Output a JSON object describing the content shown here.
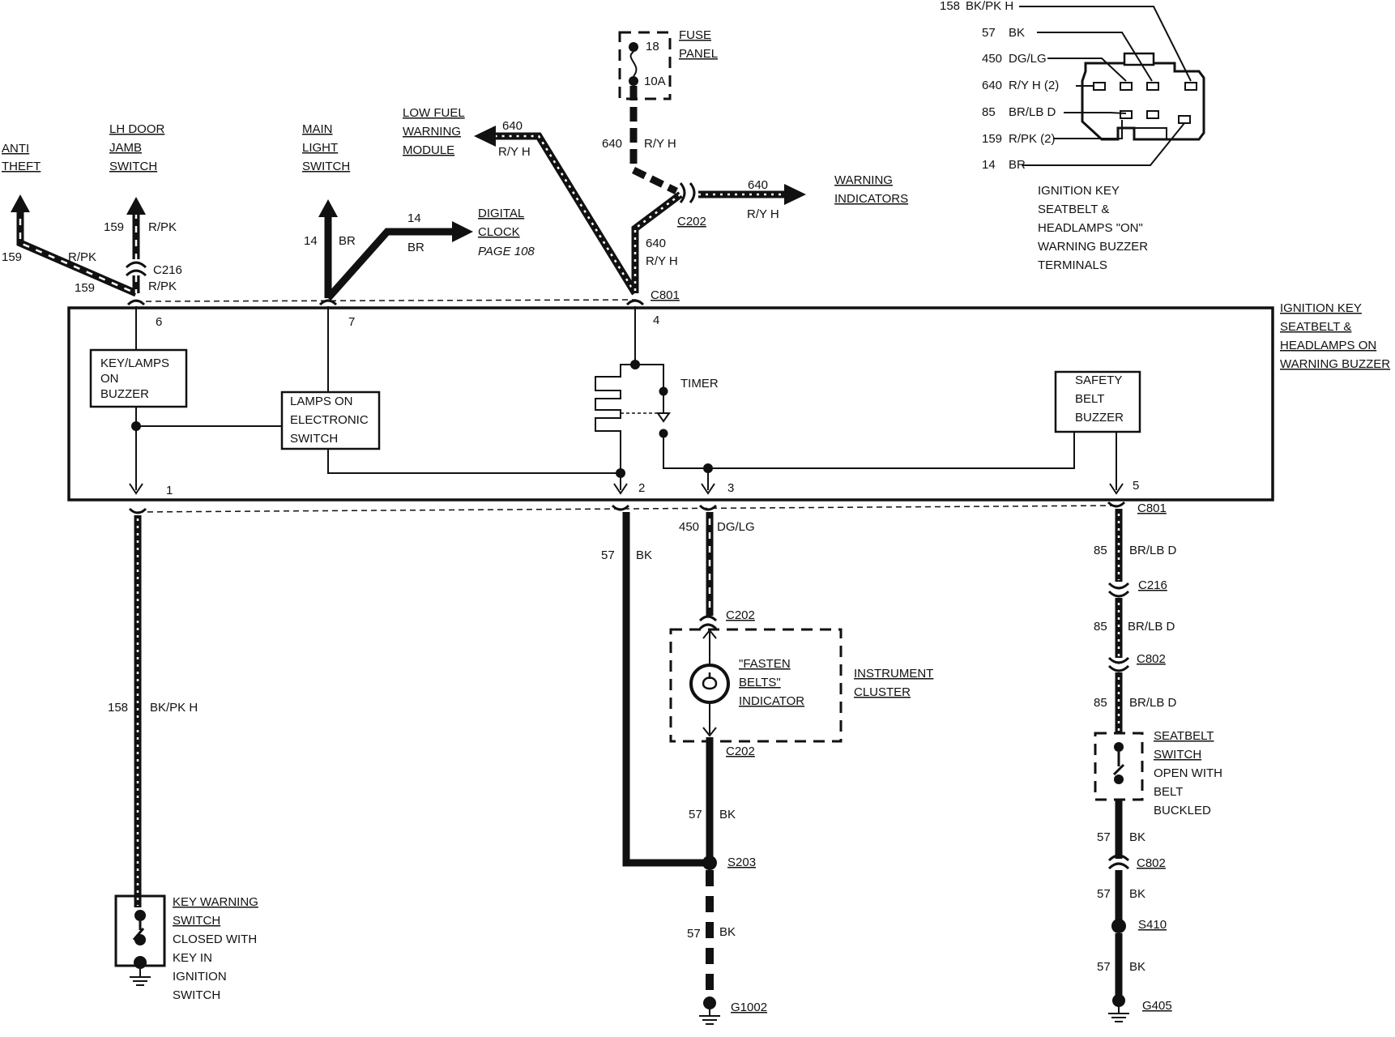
{
  "labels": {
    "anti_theft": [
      "ANTI",
      "THEFT"
    ],
    "lh_door": [
      "LH DOOR",
      "JAMB",
      "SWITCH"
    ],
    "main_light": [
      "MAIN",
      "LIGHT",
      "SWITCH"
    ],
    "low_fuel": [
      "LOW FUEL",
      "WARNING",
      "MODULE"
    ],
    "fuse_panel": [
      "FUSE",
      "PANEL"
    ],
    "fuse_num": "18",
    "fuse_amp": "10A",
    "digital_clock": [
      "DIGITAL",
      "CLOCK"
    ],
    "page_ref": "PAGE 108",
    "warning_indicators": [
      "WARNING",
      "INDICATORS"
    ],
    "ignition_buzzer_side": [
      "IGNITION KEY",
      "SEATBELT &",
      "HEADLAMPS ON",
      "WARNING BUZZER"
    ],
    "terminals_caption": [
      "IGNITION KEY",
      "SEATBELT &",
      "HEADLAMPS \"ON\"",
      "WARNING BUZZER",
      "TERMINALS"
    ],
    "key_lamps_buzzer": [
      "KEY/LAMPS",
      "ON",
      "BUZZER"
    ],
    "lamps_on_switch": [
      "LAMPS ON",
      "ELECTRONIC",
      "SWITCH"
    ],
    "timer": "TIMER",
    "safety_belt_buzzer": [
      "SAFETY",
      "BELT",
      "BUZZER"
    ],
    "fasten_belts": [
      "\"FASTEN",
      "BELTS\"",
      "INDICATOR"
    ],
    "instrument_cluster": [
      "INSTRUMENT",
      "CLUSTER"
    ],
    "seatbelt_switch": [
      "SEATBELT",
      "SWITCH",
      "OPEN WITH",
      "BELT",
      "BUCKLED"
    ],
    "key_warning_switch": [
      "KEY WARNING",
      "SWITCH",
      "CLOSED WITH",
      "KEY IN",
      "IGNITION",
      "SWITCH"
    ]
  },
  "terminal_list": [
    {
      "circuit": "158",
      "color": "BK/PK H"
    },
    {
      "circuit": "57",
      "color": "BK"
    },
    {
      "circuit": "450",
      "color": "DG/LG"
    },
    {
      "circuit": "640",
      "color": "R/Y H (2)"
    },
    {
      "circuit": "85",
      "color": "BR/LB D"
    },
    {
      "circuit": "159",
      "color": "R/PK (2)"
    },
    {
      "circuit": "14",
      "color": "BR"
    }
  ],
  "pins": [
    "6",
    "7",
    "4",
    "1",
    "2",
    "3",
    "5"
  ],
  "connectors": {
    "c216": "C216",
    "c801_top": "C801",
    "c202_top": "C202",
    "c801_bottom": "C801",
    "c202_a": "C202",
    "c202_b": "C202",
    "c216_r": "C216",
    "c802_a": "C802",
    "c802_b": "C802",
    "s203": "S203",
    "s410": "S410",
    "g1002": "G1002",
    "g405": "G405"
  },
  "wires": {
    "w159a": {
      "num": "159",
      "color": "R/PK"
    },
    "w159b": {
      "num": "159",
      "color": "R/PK"
    },
    "w159c": {
      "num": "159",
      "color": "R/PK"
    },
    "w14a": {
      "num": "14",
      "color": "BR"
    },
    "w14b": {
      "num": "14",
      "color": "BR"
    },
    "w640a": {
      "num": "640",
      "color": "R/Y H"
    },
    "w640b": {
      "num": "640",
      "color": "R/Y H"
    },
    "w640c": {
      "num": "640",
      "color": "R/Y H"
    },
    "w640d": {
      "num": "640",
      "color": "R/Y H"
    },
    "w158": {
      "num": "158",
      "color": "BK/PK H"
    },
    "w57a": {
      "num": "57",
      "color": "BK"
    },
    "w450": {
      "num": "450",
      "color": "DG/LG"
    },
    "w57b": {
      "num": "57",
      "color": "BK"
    },
    "w57c": {
      "num": "57",
      "color": "BK"
    },
    "w85a": {
      "num": "85",
      "color": "BR/LB D"
    },
    "w85b": {
      "num": "85",
      "color": "BR/LB D"
    },
    "w85c": {
      "num": "85",
      "color": "BR/LB D"
    },
    "w57d": {
      "num": "57",
      "color": "BK"
    },
    "w57e": {
      "num": "57",
      "color": "BK"
    },
    "w57f": {
      "num": "57",
      "color": "BK"
    }
  }
}
